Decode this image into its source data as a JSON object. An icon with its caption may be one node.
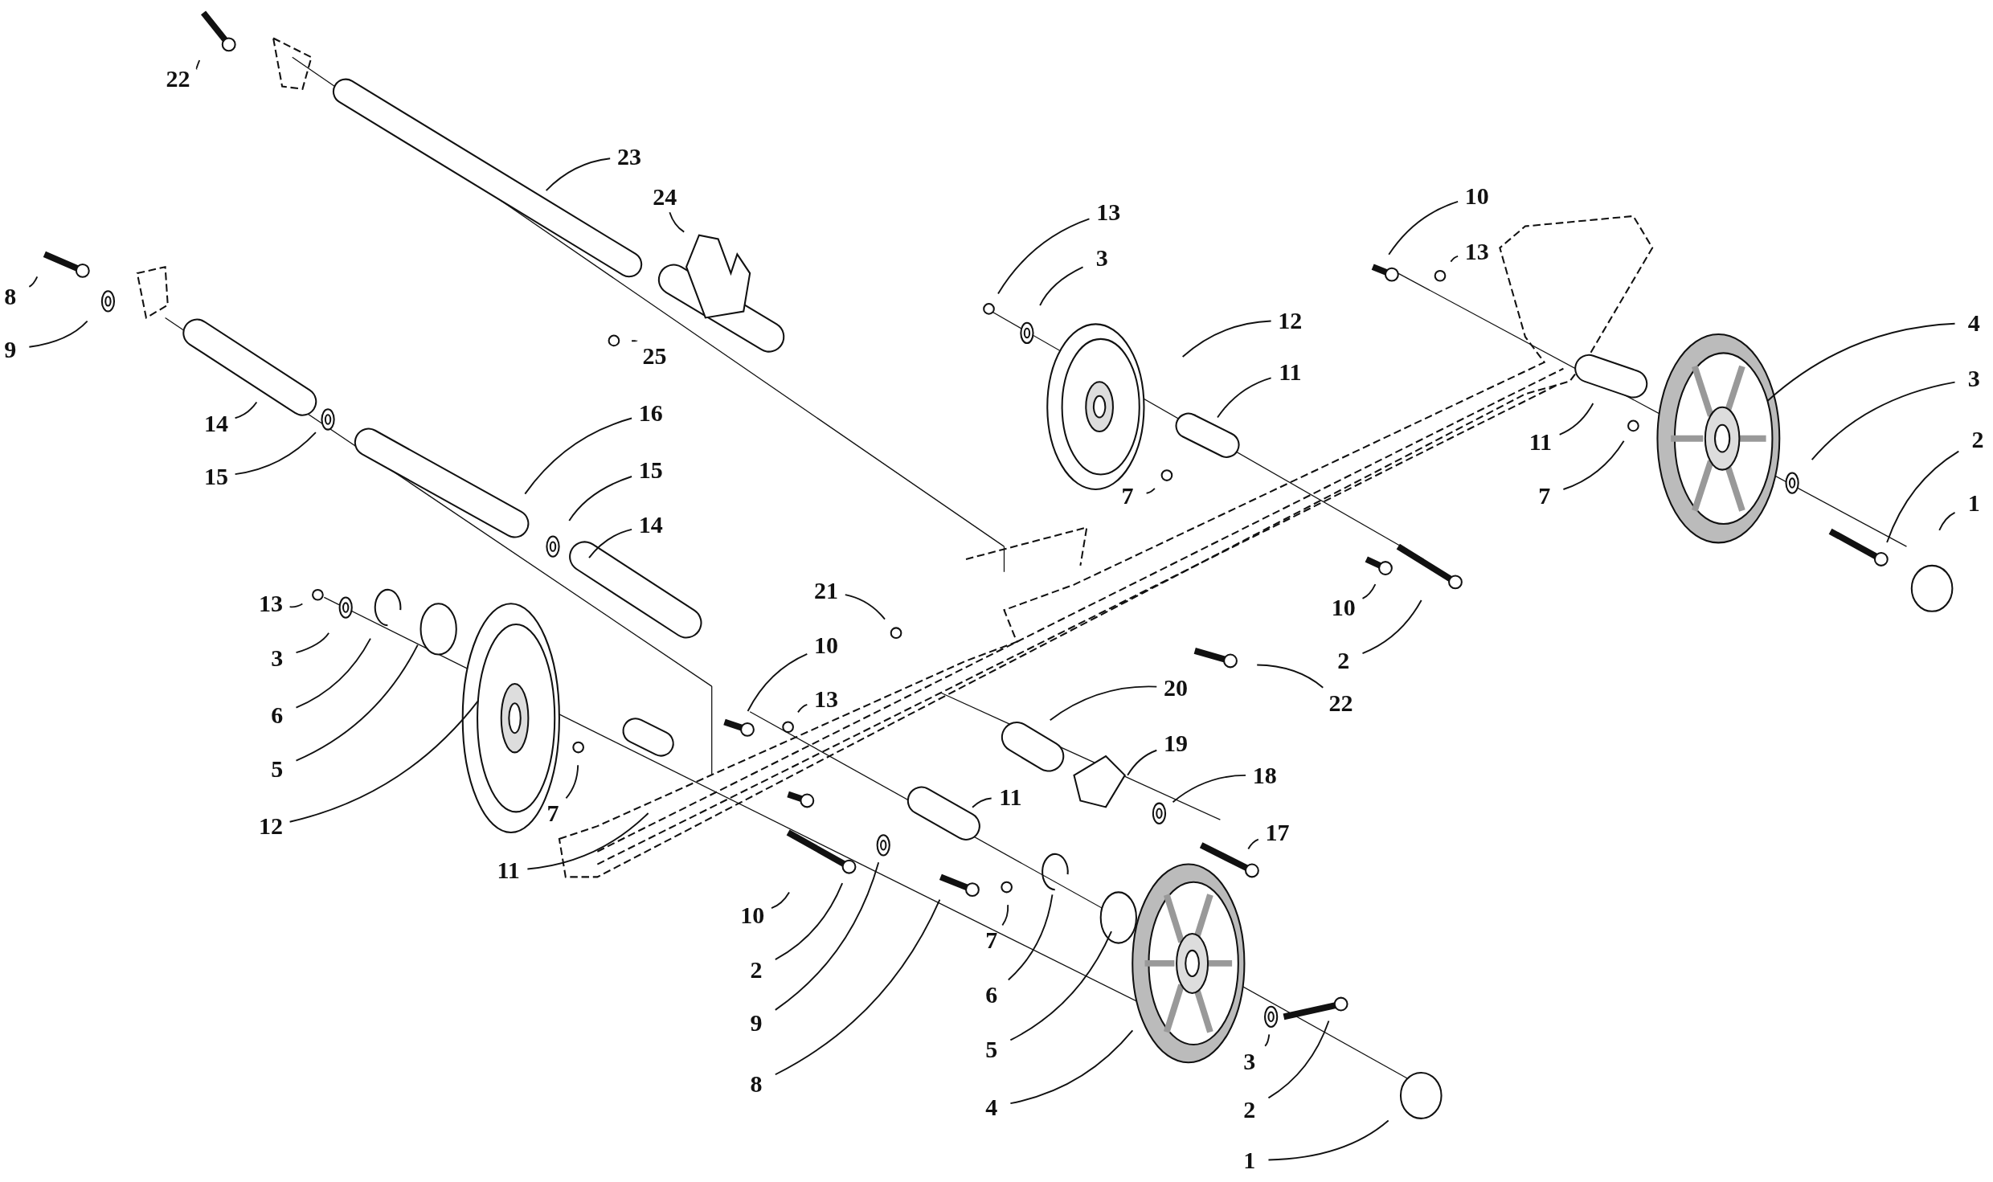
{
  "diagram": {
    "nodes": [
      {
        "text": [
          "22"
        ]
      },
      {
        "text": [
          "23"
        ]
      },
      {
        "text": [
          "24"
        ]
      },
      {
        "text": [
          "8"
        ]
      },
      {
        "text": [
          "9"
        ]
      },
      {
        "text": [
          "25"
        ]
      },
      {
        "text": [
          "14"
        ]
      },
      {
        "text": [
          "15"
        ]
      },
      {
        "text": [
          "16"
        ]
      },
      {
        "text": [
          "15"
        ]
      },
      {
        "text": [
          "14"
        ]
      },
      {
        "text": [
          "13"
        ]
      },
      {
        "text": [
          "3"
        ]
      },
      {
        "text": [
          "6"
        ]
      },
      {
        "text": [
          "5"
        ]
      },
      {
        "text": [
          "12"
        ]
      },
      {
        "text": [
          "7"
        ]
      },
      {
        "text": [
          "11"
        ]
      },
      {
        "text": [
          "21"
        ]
      },
      {
        "text": [
          "10"
        ]
      },
      {
        "text": [
          "13"
        ]
      },
      {
        "text": [
          "20"
        ]
      },
      {
        "text": [
          "19"
        ]
      },
      {
        "text": [
          "11"
        ]
      },
      {
        "text": [
          "18"
        ]
      },
      {
        "text": [
          "17"
        ]
      },
      {
        "text": [
          "10"
        ]
      },
      {
        "text": [
          "2"
        ]
      },
      {
        "text": [
          "9"
        ]
      },
      {
        "text": [
          "8"
        ]
      },
      {
        "text": [
          "7"
        ]
      },
      {
        "text": [
          "6"
        ]
      },
      {
        "text": [
          "5"
        ]
      },
      {
        "text": [
          "4"
        ]
      },
      {
        "text": [
          "3"
        ]
      },
      {
        "text": [
          "2"
        ]
      },
      {
        "text": [
          "1"
        ]
      },
      {
        "text": [
          "13"
        ]
      },
      {
        "text": [
          "3"
        ]
      },
      {
        "text": [
          "12"
        ]
      },
      {
        "text": [
          "11"
        ]
      },
      {
        "text": [
          "7"
        ]
      },
      {
        "text": [
          "10"
        ]
      },
      {
        "text": [
          "13"
        ]
      },
      {
        "text": [
          "11"
        ]
      },
      {
        "text": [
          "7"
        ]
      },
      {
        "text": [
          "10"
        ]
      },
      {
        "text": [
          "2"
        ]
      },
      {
        "text": [
          "22"
        ]
      },
      {
        "text": [
          "4"
        ]
      },
      {
        "text": [
          "3"
        ]
      },
      {
        "text": [
          "2"
        ]
      },
      {
        "text": [
          "1"
        ]
      }
    ],
    "edges": [
      {
        "from": 0,
        "to": null,
        "arrow": "none"
      },
      {
        "from": 1,
        "to": null,
        "arrow": "none"
      },
      {
        "from": 2,
        "to": null,
        "arrow": "none"
      },
      {
        "from": 3,
        "to": null,
        "arrow": "none"
      },
      {
        "from": 4,
        "to": null,
        "arrow": "none"
      },
      {
        "from": 5,
        "to": null,
        "arrow": "none"
      },
      {
        "from": 6,
        "to": null,
        "arrow": "none"
      },
      {
        "from": 7,
        "to": null,
        "arrow": "none"
      },
      {
        "from": 8,
        "to": null,
        "arrow": "none"
      },
      {
        "from": 9,
        "to": null,
        "arrow": "none"
      },
      {
        "from": 10,
        "to": null,
        "arrow": "none"
      },
      {
        "from": 11,
        "to": null,
        "arrow": "none"
      },
      {
        "from": 12,
        "to": null,
        "arrow": "none"
      },
      {
        "from": 13,
        "to": null,
        "arrow": "none"
      },
      {
        "from": 14,
        "to": null,
        "arrow": "none"
      },
      {
        "from": 15,
        "to": null,
        "arrow": "none"
      },
      {
        "from": 16,
        "to": null,
        "arrow": "none"
      },
      {
        "from": 17,
        "to": null,
        "arrow": "none"
      },
      {
        "from": 18,
        "to": null,
        "arrow": "none"
      },
      {
        "from": 19,
        "to": null,
        "arrow": "none"
      },
      {
        "from": 20,
        "to": null,
        "arrow": "none"
      },
      {
        "from": 21,
        "to": null,
        "arrow": "none"
      },
      {
        "from": 22,
        "to": null,
        "arrow": "none"
      },
      {
        "from": 23,
        "to": null,
        "arrow": "none"
      },
      {
        "from": 24,
        "to": null,
        "arrow": "none"
      },
      {
        "from": 25,
        "to": null,
        "arrow": "none"
      },
      {
        "from": 26,
        "to": null,
        "arrow": "none"
      },
      {
        "from": 27,
        "to": null,
        "arrow": "none"
      },
      {
        "from": 28,
        "to": null,
        "arrow": "none"
      },
      {
        "from": 29,
        "to": null,
        "arrow": "none"
      },
      {
        "from": 30,
        "to": null,
        "arrow": "none"
      },
      {
        "from": 31,
        "to": null,
        "arrow": "none"
      },
      {
        "from": 32,
        "to": null,
        "arrow": "none"
      },
      {
        "from": 33,
        "to": null,
        "arrow": "none"
      },
      {
        "from": 34,
        "to": null,
        "arrow": "none"
      },
      {
        "from": 35,
        "to": null,
        "arrow": "none"
      },
      {
        "from": 36,
        "to": null,
        "arrow": "none"
      },
      {
        "from": 37,
        "to": null,
        "arrow": "none"
      },
      {
        "from": 38,
        "to": null,
        "arrow": "none"
      },
      {
        "from": 39,
        "to": null,
        "arrow": "none"
      },
      {
        "from": 40,
        "to": null,
        "arrow": "none"
      },
      {
        "from": 41,
        "to": null,
        "arrow": "none"
      },
      {
        "from": 42,
        "to": null,
        "arrow": "none"
      },
      {
        "from": 43,
        "to": null,
        "arrow": "none"
      },
      {
        "from": 44,
        "to": null,
        "arrow": "none"
      },
      {
        "from": 45,
        "to": null,
        "arrow": "none"
      },
      {
        "from": 46,
        "to": null,
        "arrow": "none"
      },
      {
        "from": 47,
        "to": null,
        "arrow": "none"
      },
      {
        "from": 48,
        "to": null,
        "arrow": "none"
      },
      {
        "from": 49,
        "to": null,
        "arrow": "none"
      },
      {
        "from": 50,
        "to": null,
        "arrow": "none"
      },
      {
        "from": 51,
        "to": null,
        "arrow": "none"
      },
      {
        "from": 52,
        "to": null,
        "arrow": "none"
      }
    ]
  }
}
